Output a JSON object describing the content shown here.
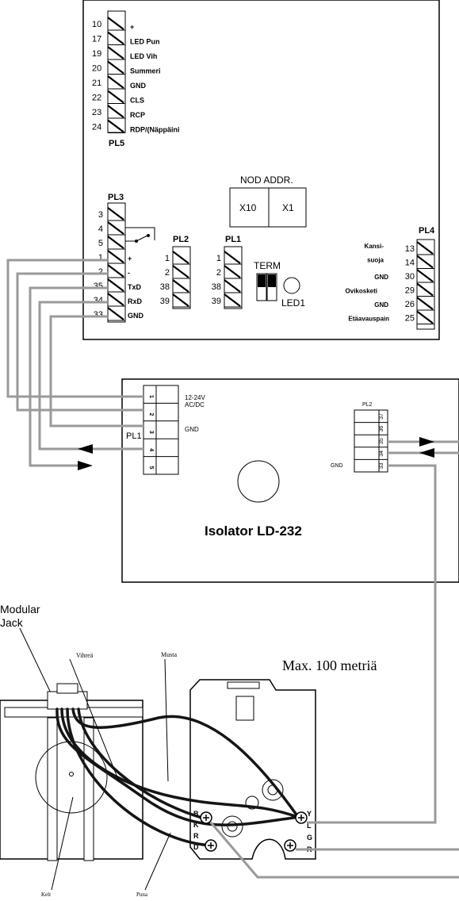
{
  "pl5": {
    "title": "PL5",
    "pins": [
      {
        "num": "10",
        "label": "+"
      },
      {
        "num": "17",
        "label": "LED Pun"
      },
      {
        "num": "19",
        "label": "LED Vih"
      },
      {
        "num": "20",
        "label": "Summeri"
      },
      {
        "num": "21",
        "label": "GND"
      },
      {
        "num": "22",
        "label": "CLS"
      },
      {
        "num": "23",
        "label": "RCP"
      },
      {
        "num": "24",
        "label": "RDP/(Näppäini"
      }
    ]
  },
  "nod_addr": {
    "title": "NOD ADDR.",
    "x10": "X10",
    "x1": "X1"
  },
  "pl3": {
    "title": "PL3",
    "pins": [
      {
        "num": "3",
        "label": ""
      },
      {
        "num": "4",
        "label": ""
      },
      {
        "num": "5",
        "label": ""
      },
      {
        "num": "1",
        "label": "+"
      },
      {
        "num": "2",
        "label": "-"
      },
      {
        "num": "35",
        "label": "TxD"
      },
      {
        "num": "34",
        "label": "RxD"
      },
      {
        "num": "33",
        "label": "GND"
      }
    ]
  },
  "pl2": {
    "title": "PL2",
    "pins": [
      "1",
      "2",
      "38",
      "39"
    ]
  },
  "pl1": {
    "title": "PL1",
    "pins": [
      "1",
      "2",
      "38",
      "39"
    ]
  },
  "term": "TERM",
  "led1": "LED1",
  "pl4": {
    "title": "PL4",
    "pins": [
      {
        "num": "13",
        "label": "Kansi-"
      },
      {
        "num": "14",
        "label": "suoja"
      },
      {
        "num": "30",
        "label": "GND"
      },
      {
        "num": "29",
        "label": "Ovikosketi"
      },
      {
        "num": "26",
        "label": "GND"
      },
      {
        "num": "25",
        "label": "Etäavauspain"
      }
    ]
  },
  "isolator": {
    "name": "Isolator LD-232",
    "pl1_label": "PL1",
    "pl1_pins": [
      "1",
      "2",
      "3",
      "4",
      "5"
    ],
    "power": [
      "12-24V",
      "AC/DC"
    ],
    "gnd": "GND",
    "pl2_label": "PL2",
    "pl2_pins": [
      "37",
      "36",
      "35",
      "34",
      "33"
    ],
    "pl2_gnd": "GND"
  },
  "max_length": "Max. 100 metriä",
  "modular_jack": [
    "Modular",
    "Jack"
  ],
  "wires": {
    "vihrea": "Vihreä",
    "musta": "Musta",
    "kelt": "Kelt",
    "puna": "Puna"
  },
  "socket_left": [
    "B",
    "K",
    "R",
    "D"
  ],
  "socket_right": [
    "Y",
    "L",
    "G",
    "R"
  ]
}
